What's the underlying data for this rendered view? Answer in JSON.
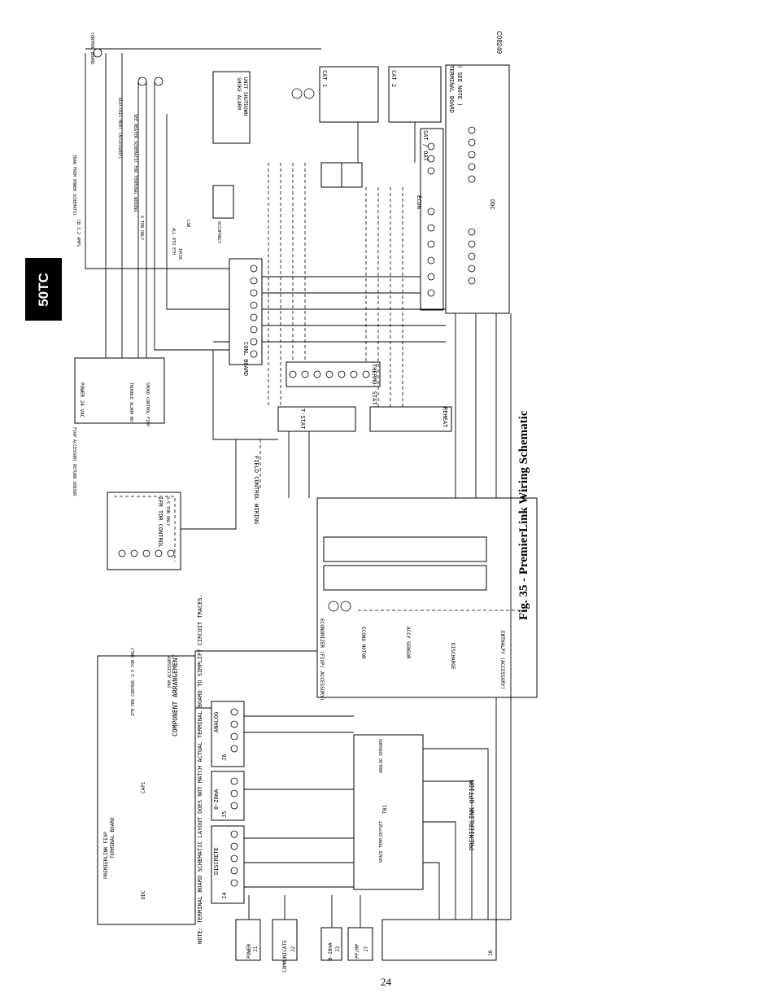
{
  "page": {
    "tab_label": "50TC",
    "figure_title": "Fig. 35 - PremierLink Wiring Schematic",
    "figure_ref": "C08249",
    "page_number": "24"
  },
  "labels": {
    "terminal_board_note_1": "TERMINAL BOARD",
    "terminal_board_note_2": "( SEE NOTE )",
    "cat1": "CAT 1",
    "cat2": "CAT 2",
    "sat_oat": "SAT / OAT",
    "ddc": "DDC",
    "econ": "ECON",
    "conl_board": "CONL BOARD",
    "thermostat": "THERMO- STAT",
    "reheat": "REHEAT",
    "tstat": "T-STAT",
    "field_control_wiring": "FIELD CONTROL WIRING",
    "ifm_tdr_control": "IFM TDR CONTROL",
    "ifm_tdr_note": "3-5 TON ONLY",
    "economizer": "ECONOMIZER (FIOP/ ACCESSORY)",
    "econo_motor": "ECONO MOTOR",
    "accy_sensor": "ACCY SENSOR",
    "discharge": "DISCHARGE",
    "enthalpy": "ENTHALPY (ACCESSORY)",
    "smoke_alarm": "SMOKE ALARM",
    "unit_shutdown": "UNIT SHUTDOWN",
    "power_24vac": "POWER 24 VAC",
    "fiop_sensor": "FIOP ACCESSORY RETURN SENSOR",
    "trouble_alarm": "TROUBLE ALARM NO",
    "smoke_control": "SMOKE CONTROL FIOP",
    "all_rtu": "ALL RTU ETH",
    "six_ton_only": "6 TON ONLY",
    "lsw": "LSW",
    "ipcol": "IPCOL",
    "occupancy": "OCCUPANCY",
    "see_heater": "SEE HEATER SCHEMATIC FOR TERMINAL WIRING",
    "electric_heat": "ELECTRIC HEAT (ACCESSORY)",
    "control_board": "CONTROL BOARD",
    "from_power": "TRAN FROM POWER SCHEMATIC",
    "cb_amps": "CB 3.2 AMPS",
    "component_arrangement": "COMPONENT ARRANGEMENT",
    "terminal_board_label": "TERMINAL BOARD",
    "premierlink_fiop": "PREMIERLINK FIOP",
    "ddc_box": "DDC",
    "cap1": "CAP1",
    "ifm_tdr_control_box": "IFM TDR CONTROL 3-5 TON ONLY",
    "prm_accessory": "PRM ACCESSORY",
    "note": "NOTE: TERMINAL BOARD SCHEMATIC LAYOUT DOES NOT MATCH ACTUAL TERMINAL BOARD TO SIMPLIFY CIRCUIT TRACES.",
    "analog": "ANALOG",
    "j6": "J6",
    "ma_020": "0-20mA",
    "j5": "J5",
    "discrete": "DISCRETE",
    "j4": "J4",
    "premierlink_option": "PREMIERLINK OPTION",
    "tb1": "TB1",
    "analog_sensors": "ANALOG SENSORS",
    "space_temp_offset": "SPACE TEMP/OFFSET",
    "power_j1": "POWER",
    "j1": "J1",
    "communicate_j2": "COMMUNICATE",
    "j2": "J2",
    "ma_j3": "0-20mA",
    "j3": "J3",
    "pp_mp": "PP/MP",
    "j7": "J7",
    "j8": "J8"
  }
}
